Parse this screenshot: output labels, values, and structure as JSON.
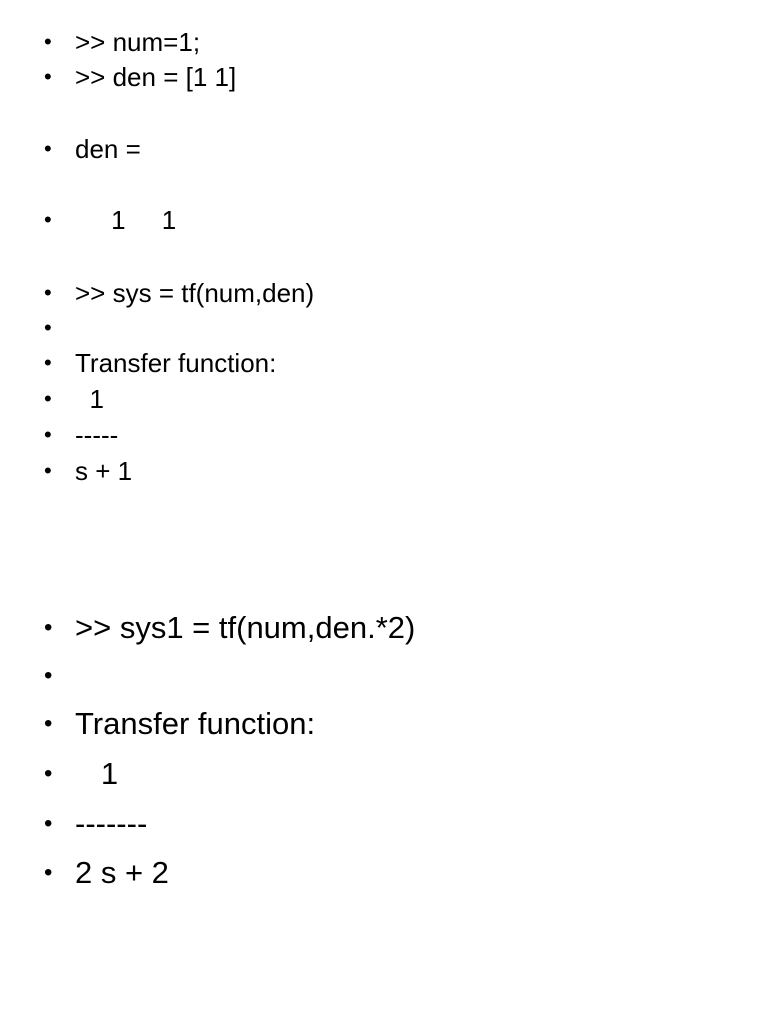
{
  "slide": {
    "group1": [
      {
        "bullet": "•",
        "text": ">> num=1;"
      },
      {
        "bullet": "•",
        "text": ">> den = [1 1]"
      },
      {
        "bullet": "•",
        "text": "den ="
      },
      {
        "bullet": "•",
        "text": "     1     1"
      },
      {
        "bullet": "•",
        "text": ">> sys = tf(num,den)"
      },
      {
        "bullet": "•",
        "text": ""
      },
      {
        "bullet": "•",
        "text": "Transfer function:"
      },
      {
        "bullet": "•",
        "text": "  1"
      },
      {
        "bullet": "•",
        "text": "-----"
      },
      {
        "bullet": "•",
        "text": "s + 1"
      }
    ],
    "group2": [
      {
        "bullet": "•",
        "text": ">> sys1 = tf(num,den.*2)"
      },
      {
        "bullet": "•",
        "text": ""
      },
      {
        "bullet": "•",
        "text": "Transfer function:"
      },
      {
        "bullet": "•",
        "text": "   1"
      },
      {
        "bullet": "•",
        "text": "-------"
      },
      {
        "bullet": "•",
        "text": "2 s + 2"
      }
    ]
  }
}
